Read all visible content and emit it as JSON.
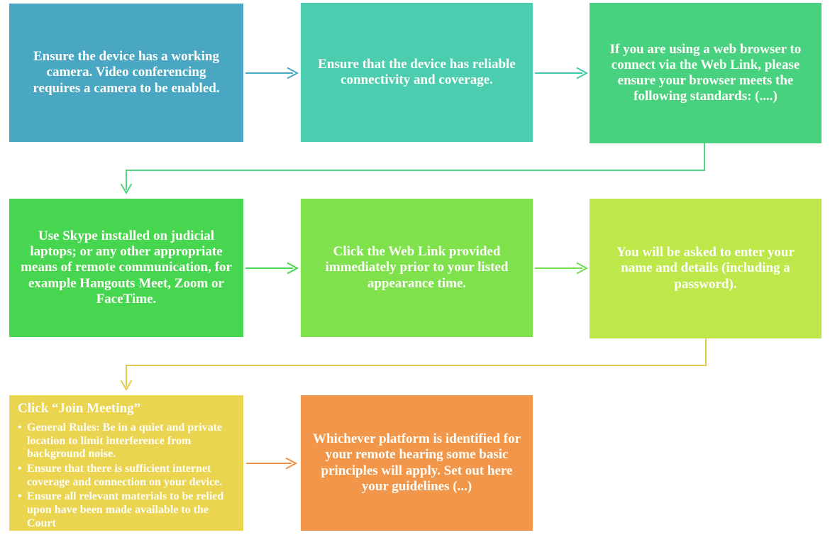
{
  "title": "Remote hearing technology flowchart",
  "boxes": [
    {
      "id": "step-1",
      "text": "Ensure the device has a working camera. Video conferencing requires a camera to be enabled.",
      "color": "#4AA7C4"
    },
    {
      "id": "step-2",
      "text": "Ensure that the device has reliable connectivity and coverage.",
      "color": "#4CCDB0"
    },
    {
      "id": "step-3",
      "text": "If you are using a web browser to connect via the Web Link, please ensure your browser meets the following standards: (....)",
      "color": "#48D27F"
    },
    {
      "id": "step-4",
      "text": "Use Skype installed on judicial laptops; or any other appropriate means of remote communication, for example Hangouts Meet, Zoom or FaceTime.",
      "color": "#47D64F"
    },
    {
      "id": "step-5",
      "text": "Click the Web Link provided immediately prior to your listed appearance time.",
      "color": "#7FE24D"
    },
    {
      "id": "step-6",
      "text": "You will be asked to enter your name and details (including a password).",
      "color": "#BEE84A"
    },
    {
      "id": "step-7",
      "title": "Click “Join Meeting”",
      "bullets": [
        "General Rules: Be in a quiet and private location to limit interference from background noise.",
        "Ensure that there is sufficient internet coverage and connection on your device.",
        "Ensure all relevant materials to be relied upon have been made available to the Court"
      ],
      "color": "#EBD44F"
    },
    {
      "id": "step-8",
      "text": "Whichever platform is identified for your remote hearing some basic principles will apply. Set out here your guidelines (...)",
      "color": "#F29749"
    }
  ],
  "connectors": [
    {
      "from": "step-1",
      "to": "step-2",
      "type": "arrow-right",
      "color": "#4AA7C4"
    },
    {
      "from": "step-2",
      "to": "step-3",
      "type": "arrow-right",
      "color": "#45C9A8"
    },
    {
      "from": "step-3",
      "to": "step-4",
      "type": "elbow-down",
      "color": "#52D37E"
    },
    {
      "from": "step-4",
      "to": "step-5",
      "type": "arrow-right",
      "color": "#47D64F"
    },
    {
      "from": "step-5",
      "to": "step-6",
      "type": "arrow-right",
      "color": "#72DC4C"
    },
    {
      "from": "step-6",
      "to": "step-7",
      "type": "elbow-down",
      "color": "#E3C94C"
    },
    {
      "from": "step-7",
      "to": "step-8",
      "type": "arrow-right",
      "color": "#EE8F43"
    }
  ]
}
